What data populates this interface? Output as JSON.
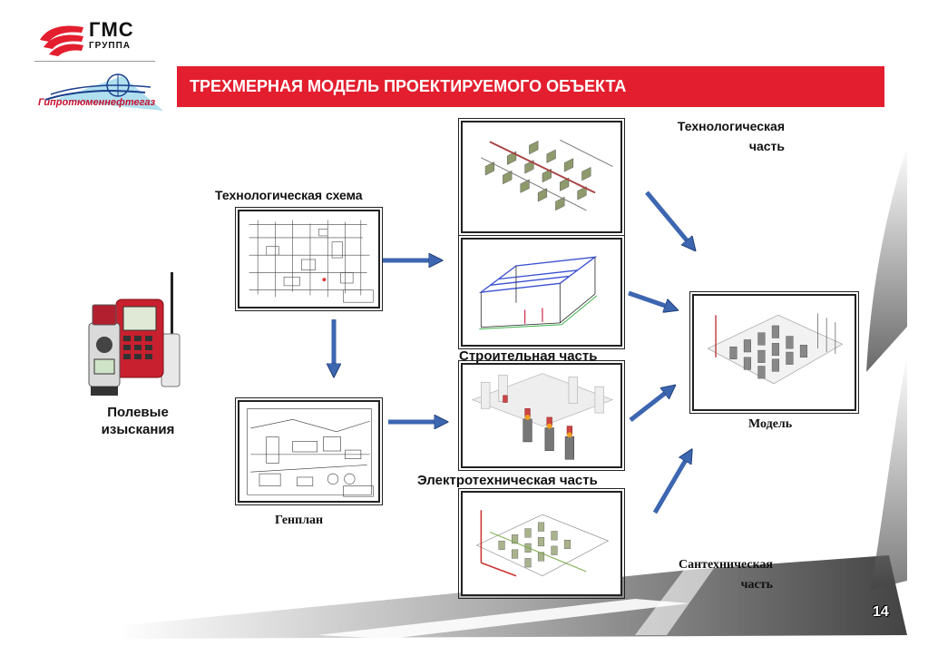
{
  "header": {
    "title": "ТРЕХМЕРНАЯ МОДЕЛЬ ПРОЕКТИРУЕМОГО ОБЪЕКТА",
    "logo_gms_text": "ГМС",
    "logo_gms_sub": "ГРУППА",
    "logo_gtn_text": "Гипротюменнефтегаз"
  },
  "nodes": {
    "field": "Полевые изыскания",
    "tech_scheme": "Технологическая схема",
    "genplan": "Генплан",
    "tech_part_line1": "Технологическая",
    "tech_part_line2": "часть",
    "build_part": "Строительная часть",
    "electro_part": "Электротехническая часть",
    "santech_line1": "Сантехническая",
    "santech_line2": "часть",
    "model": "Модель"
  },
  "page_number": "14",
  "colors": {
    "accent": "#e31e2e",
    "arrow": "#3d66b0"
  }
}
